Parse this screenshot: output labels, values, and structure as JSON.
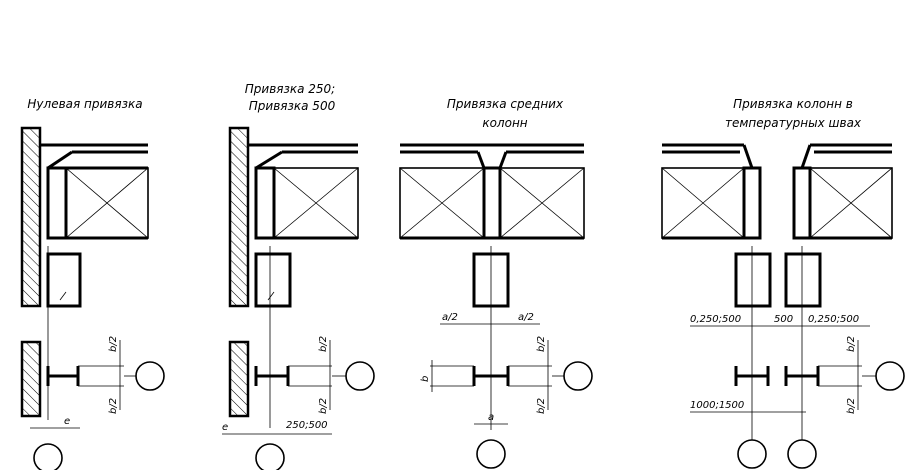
{
  "captions": {
    "zero": "Нулевая привязка",
    "p250_line1": "Привязка 250;",
    "p250_line2": "Привязка 500",
    "middle_line1": "Привязка средних",
    "middle_line2": "колонн",
    "joint_line1": "Привязка колонн в",
    "joint_line2": "температурных швах"
  },
  "dimensions": {
    "b_half": "b/2",
    "e": "e",
    "offset_250_500": "250;500",
    "a_half": "a/2",
    "a": "a",
    "b": "b",
    "offset_0_250_500": "0,250;500",
    "gap_500": "500",
    "spacing_1000_1500": "1000;1500"
  }
}
